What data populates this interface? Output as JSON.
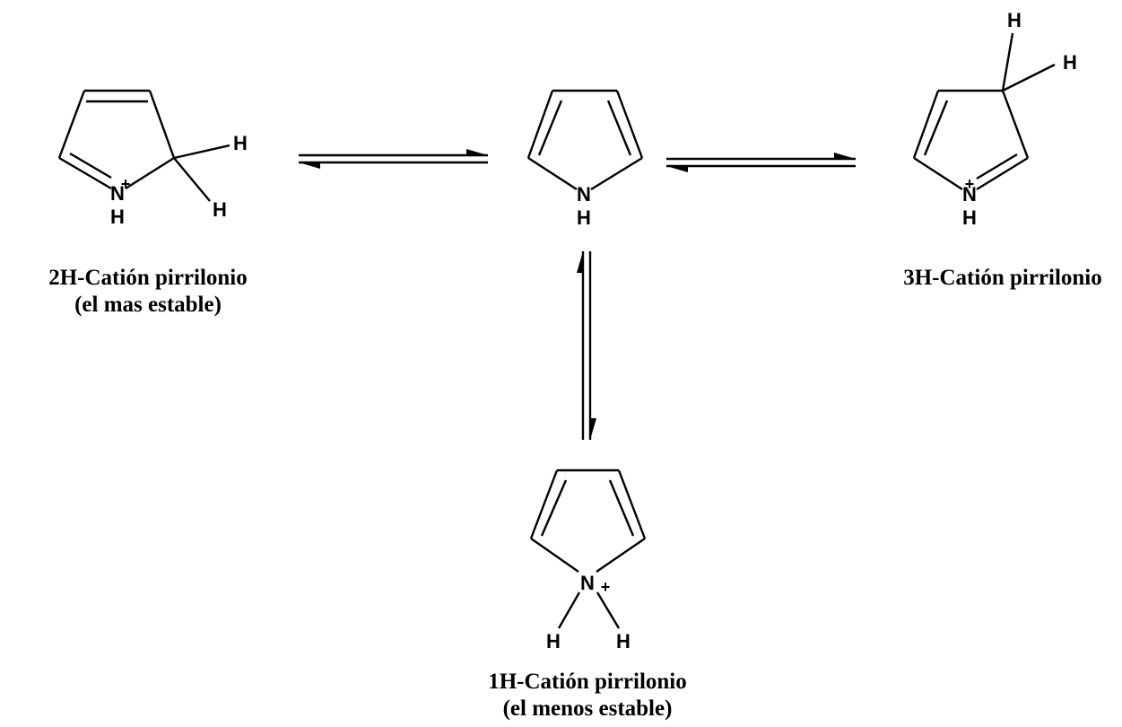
{
  "atoms": {
    "nitrogen": "N",
    "hydrogen": "H",
    "positive_charge": "+"
  },
  "captions": {
    "cation_2h_name": "2H-Catión pirrilonio",
    "cation_2h_note": "(el mas estable)",
    "cation_3h_name": "3H-Catión pirrilonio",
    "cation_1h_name": "1H-Catión pirrilonio",
    "cation_1h_note": "(el menos estable)"
  },
  "equilibria": [
    {
      "from": "pyrrole",
      "to": "2H-Catión pirrilonio"
    },
    {
      "from": "pyrrole",
      "to": "3H-Catión pirrilonio"
    },
    {
      "from": "pyrrole",
      "to": "1H-Catión pirrilonio"
    }
  ],
  "colors": {
    "ink": "#000000",
    "background": "#ffffff"
  }
}
